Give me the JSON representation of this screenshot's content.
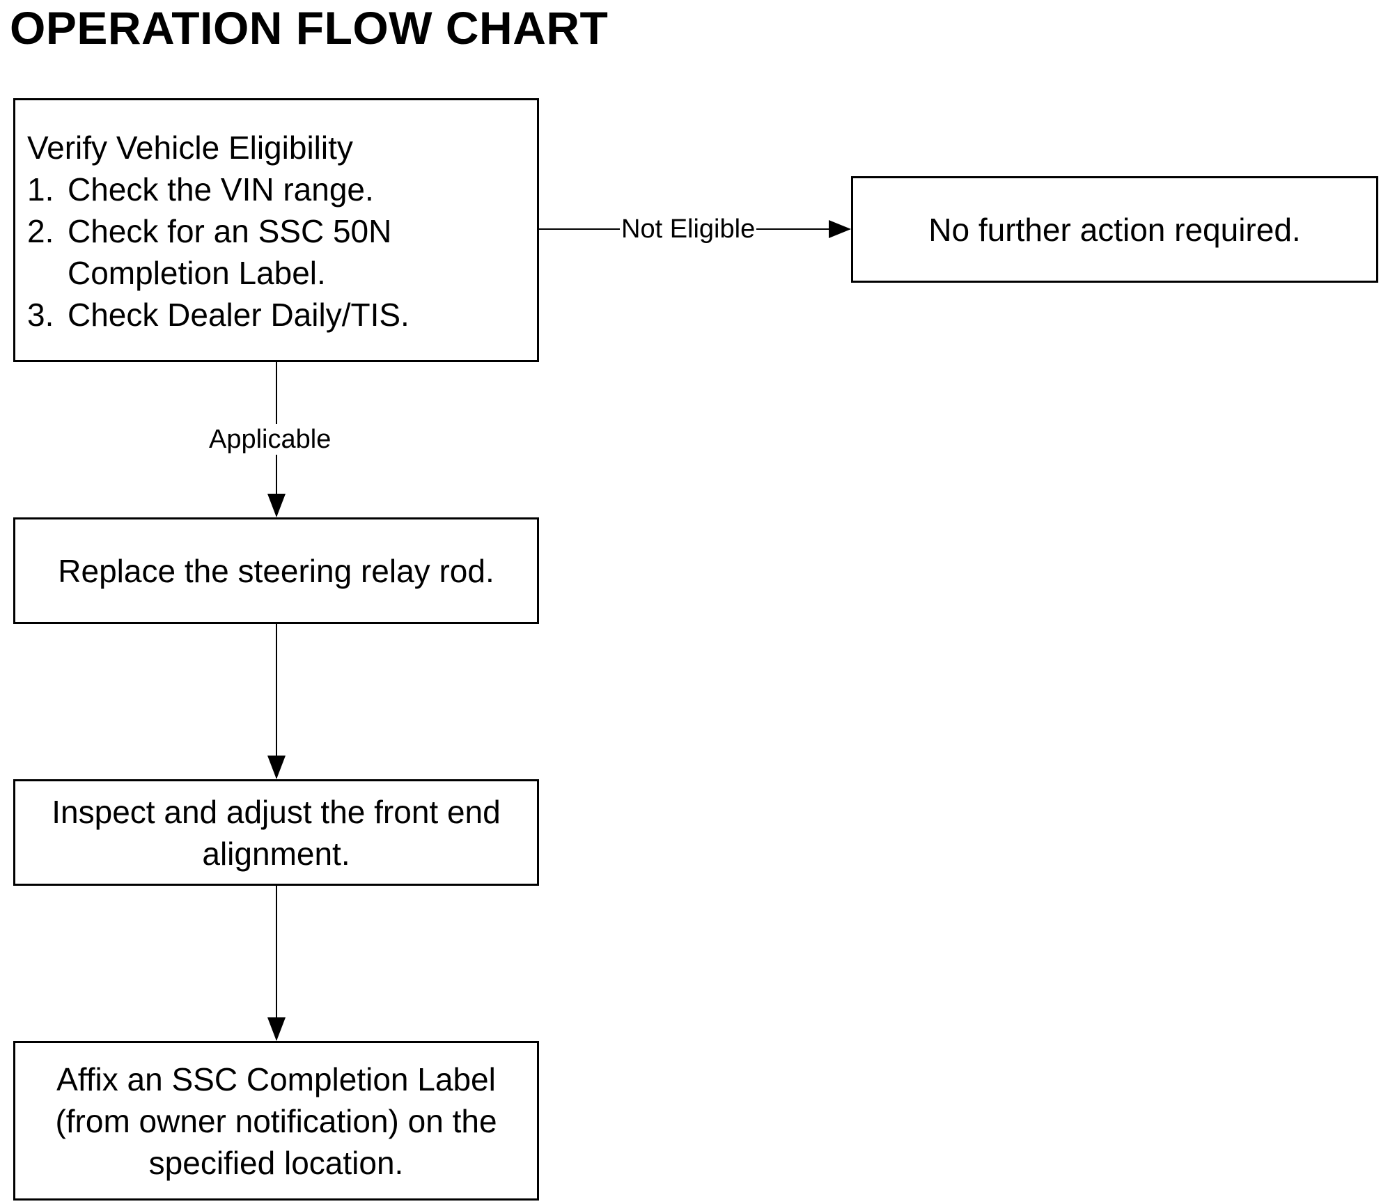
{
  "title": "OPERATION FLOW CHART",
  "nodes": {
    "verify": {
      "heading": "Verify Vehicle Eligibility",
      "steps": [
        {
          "num": "1.",
          "text": "Check the VIN range.",
          "cont": ""
        },
        {
          "num": "2.",
          "text": "Check for an SSC 50N",
          "cont": "Completion Label."
        },
        {
          "num": "3.",
          "text": "Check Dealer Daily/TIS.",
          "cont": ""
        }
      ]
    },
    "no_action": {
      "lines": [
        "No further action required."
      ]
    },
    "replace": {
      "lines": [
        "Replace the steering relay rod."
      ]
    },
    "inspect": {
      "lines": [
        "Inspect and adjust the front end",
        "alignment."
      ]
    },
    "affix": {
      "lines": [
        "Affix an SSC Completion Label",
        "(from owner notification) on the",
        "specified location."
      ]
    }
  },
  "edges": {
    "not_eligible": "Not Eligible",
    "applicable": "Applicable"
  }
}
